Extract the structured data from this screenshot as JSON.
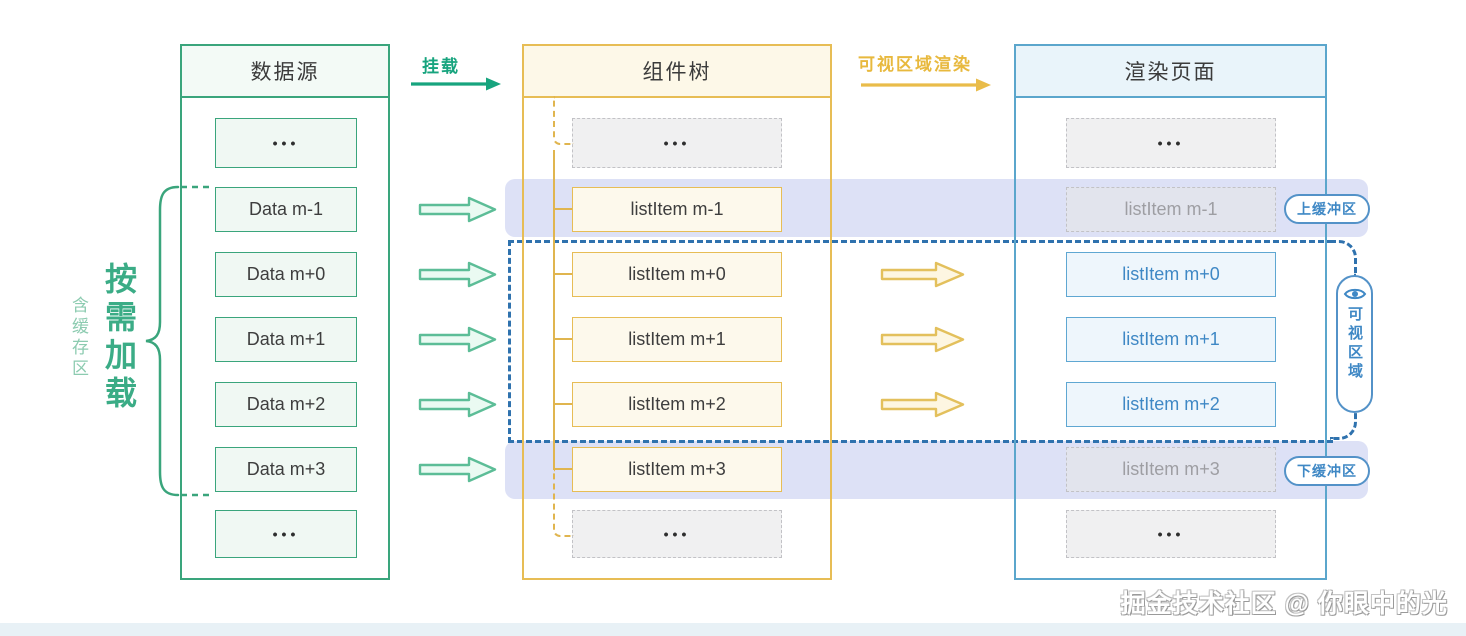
{
  "diagram": {
    "columns": {
      "data_source": {
        "title": "数据源",
        "items": [
          "•••",
          "Data m-1",
          "Data m+0",
          "Data m+1",
          "Data m+2",
          "Data m+3",
          "•••"
        ]
      },
      "component_tree": {
        "title": "组件树",
        "items": [
          "•••",
          "listItem m-1",
          "listItem m+0",
          "listItem m+1",
          "listItem m+2",
          "listItem m+3",
          "•••"
        ]
      },
      "render_page": {
        "title": "渲染页面",
        "items": [
          "•••",
          "listItem m-1",
          "listItem m+0",
          "listItem m+1",
          "listItem m+2",
          "listItem m+3",
          "•••"
        ]
      }
    },
    "flow_labels": {
      "mount": "挂载",
      "viewport_render": "可视区域渲染"
    },
    "annotations": {
      "load_on_demand": "按需加载",
      "includes_cache": "含缓存区",
      "upper_buffer": "上缓冲区",
      "lower_buffer": "下缓冲区",
      "visible_area": "可视区域"
    },
    "watermark": "掘金技术社区 @ 你眼中的光",
    "colors": {
      "green": "#3aa57c",
      "yellow": "#e7bd55",
      "blue": "#5ba6cc",
      "viewport_dash_blue": "#2f72ae",
      "buffer_band_purple": "#dde1f6"
    }
  }
}
